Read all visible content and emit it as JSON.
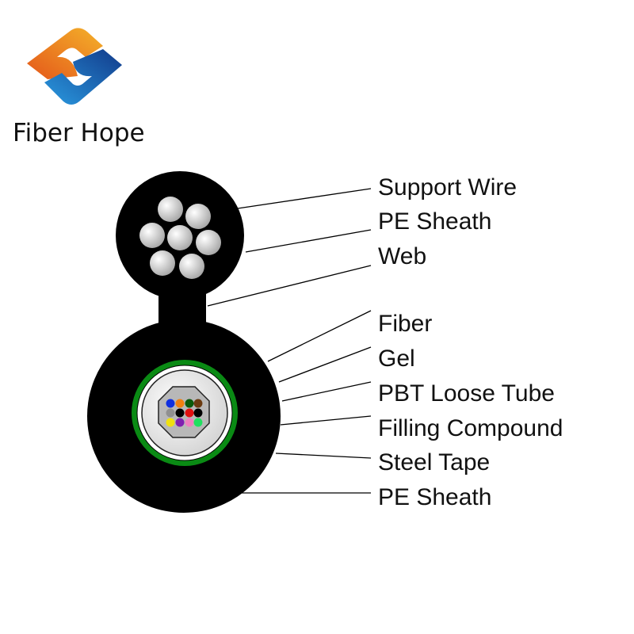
{
  "brand": {
    "name": "Fiber Hope",
    "colors": {
      "orange": "#f08a1c",
      "blue": "#1c6fc0"
    }
  },
  "labels": [
    "Support Wire",
    "PE Sheath",
    "Web",
    "Fiber",
    "Gel",
    "PBT Loose Tube",
    "Filling Compound",
    "Steel Tape",
    "PE Sheath"
  ],
  "fiber_colors": [
    "#1030e0",
    "#f08010",
    "#0a5a0a",
    "#6a3a10",
    "#909090",
    "#000000",
    "#e01010",
    "#000000",
    "#f0e010",
    "#8020b0",
    "#f080c0",
    "#20e060"
  ],
  "colors": {
    "sheath": "#000000",
    "steel_tape": "#0a8a14",
    "tube": "#e6e6e6",
    "core": "#b8b8b8"
  }
}
